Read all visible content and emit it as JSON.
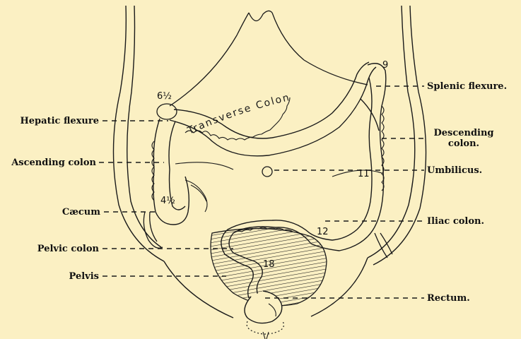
{
  "labels_left": {
    "hepatic_flexure": "Hepatic flexure",
    "ascending_colon": "Ascending colon",
    "caecum": "Cæcum",
    "pelvic_colon": "Pelvic colon",
    "pelvis": "Pelvis"
  },
  "labels_right": {
    "splenic_flexure": "Splenic flexure.",
    "descending_colon_1": "Descending",
    "descending_colon_2": "colon.",
    "umbilicus": "Umbilicus.",
    "iliac_colon": "Iliac colon.",
    "rectum": "Rectum."
  },
  "inner_labels": {
    "transverse_colon": "Transverse Colon",
    "n_hepatic": "6½",
    "n_splenic": "9",
    "n_descending": "11",
    "n_caecum": "4½",
    "n_iliac": "12",
    "n_rectum": "18"
  },
  "colors": {
    "background": "#fbf0c3",
    "ink": "#1a1a1a"
  }
}
